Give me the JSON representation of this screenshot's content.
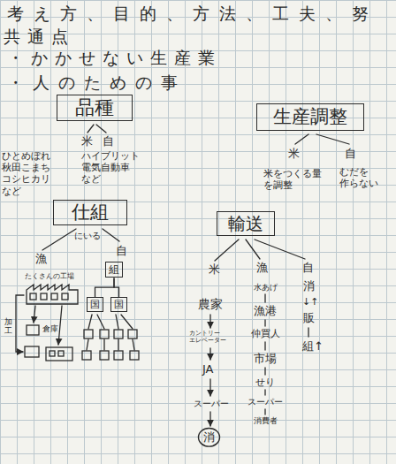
{
  "diagram": {
    "nodes": [
      {
        "text": [
          "品種"
        ]
      },
      {
        "text": [
          "生産調整"
        ]
      },
      {
        "text": [
          "仕組"
        ]
      },
      {
        "text": [
          "組"
        ]
      },
      {
        "text": [
          "国"
        ]
      },
      {
        "text": [
          "国"
        ]
      },
      {
        "text": [
          "輸送"
        ]
      },
      {
        "text": [
          "消"
        ]
      }
    ],
    "edges": [
      {
        "from": 3,
        "to": 4,
        "arrow": "none"
      },
      {
        "from": 3,
        "to": 5,
        "arrow": "none"
      }
    ],
    "labels": [
      "考え方、目的、方法、工夫、努",
      "共通点",
      "・かかせない生産業",
      "・人のための事",
      "米",
      "自",
      "ひとめぼれ 秋田こまち コシヒカリ など",
      "ハイブリット 電気自動車 など",
      "米",
      "自",
      "米をつくる量 を調整",
      "むだを 作らない",
      "にいる",
      "漁",
      "自",
      "たくさんの工場",
      "加工",
      "倉庫",
      "米",
      "漁",
      "自",
      "農家",
      "カントリー エレベーター",
      "JA",
      "スーパー",
      "水あげ",
      "漁港",
      "仲買人",
      "市場",
      "せり",
      "スーパー",
      "消費者",
      "消",
      "↓↑",
      "販",
      "組↑"
    ]
  }
}
